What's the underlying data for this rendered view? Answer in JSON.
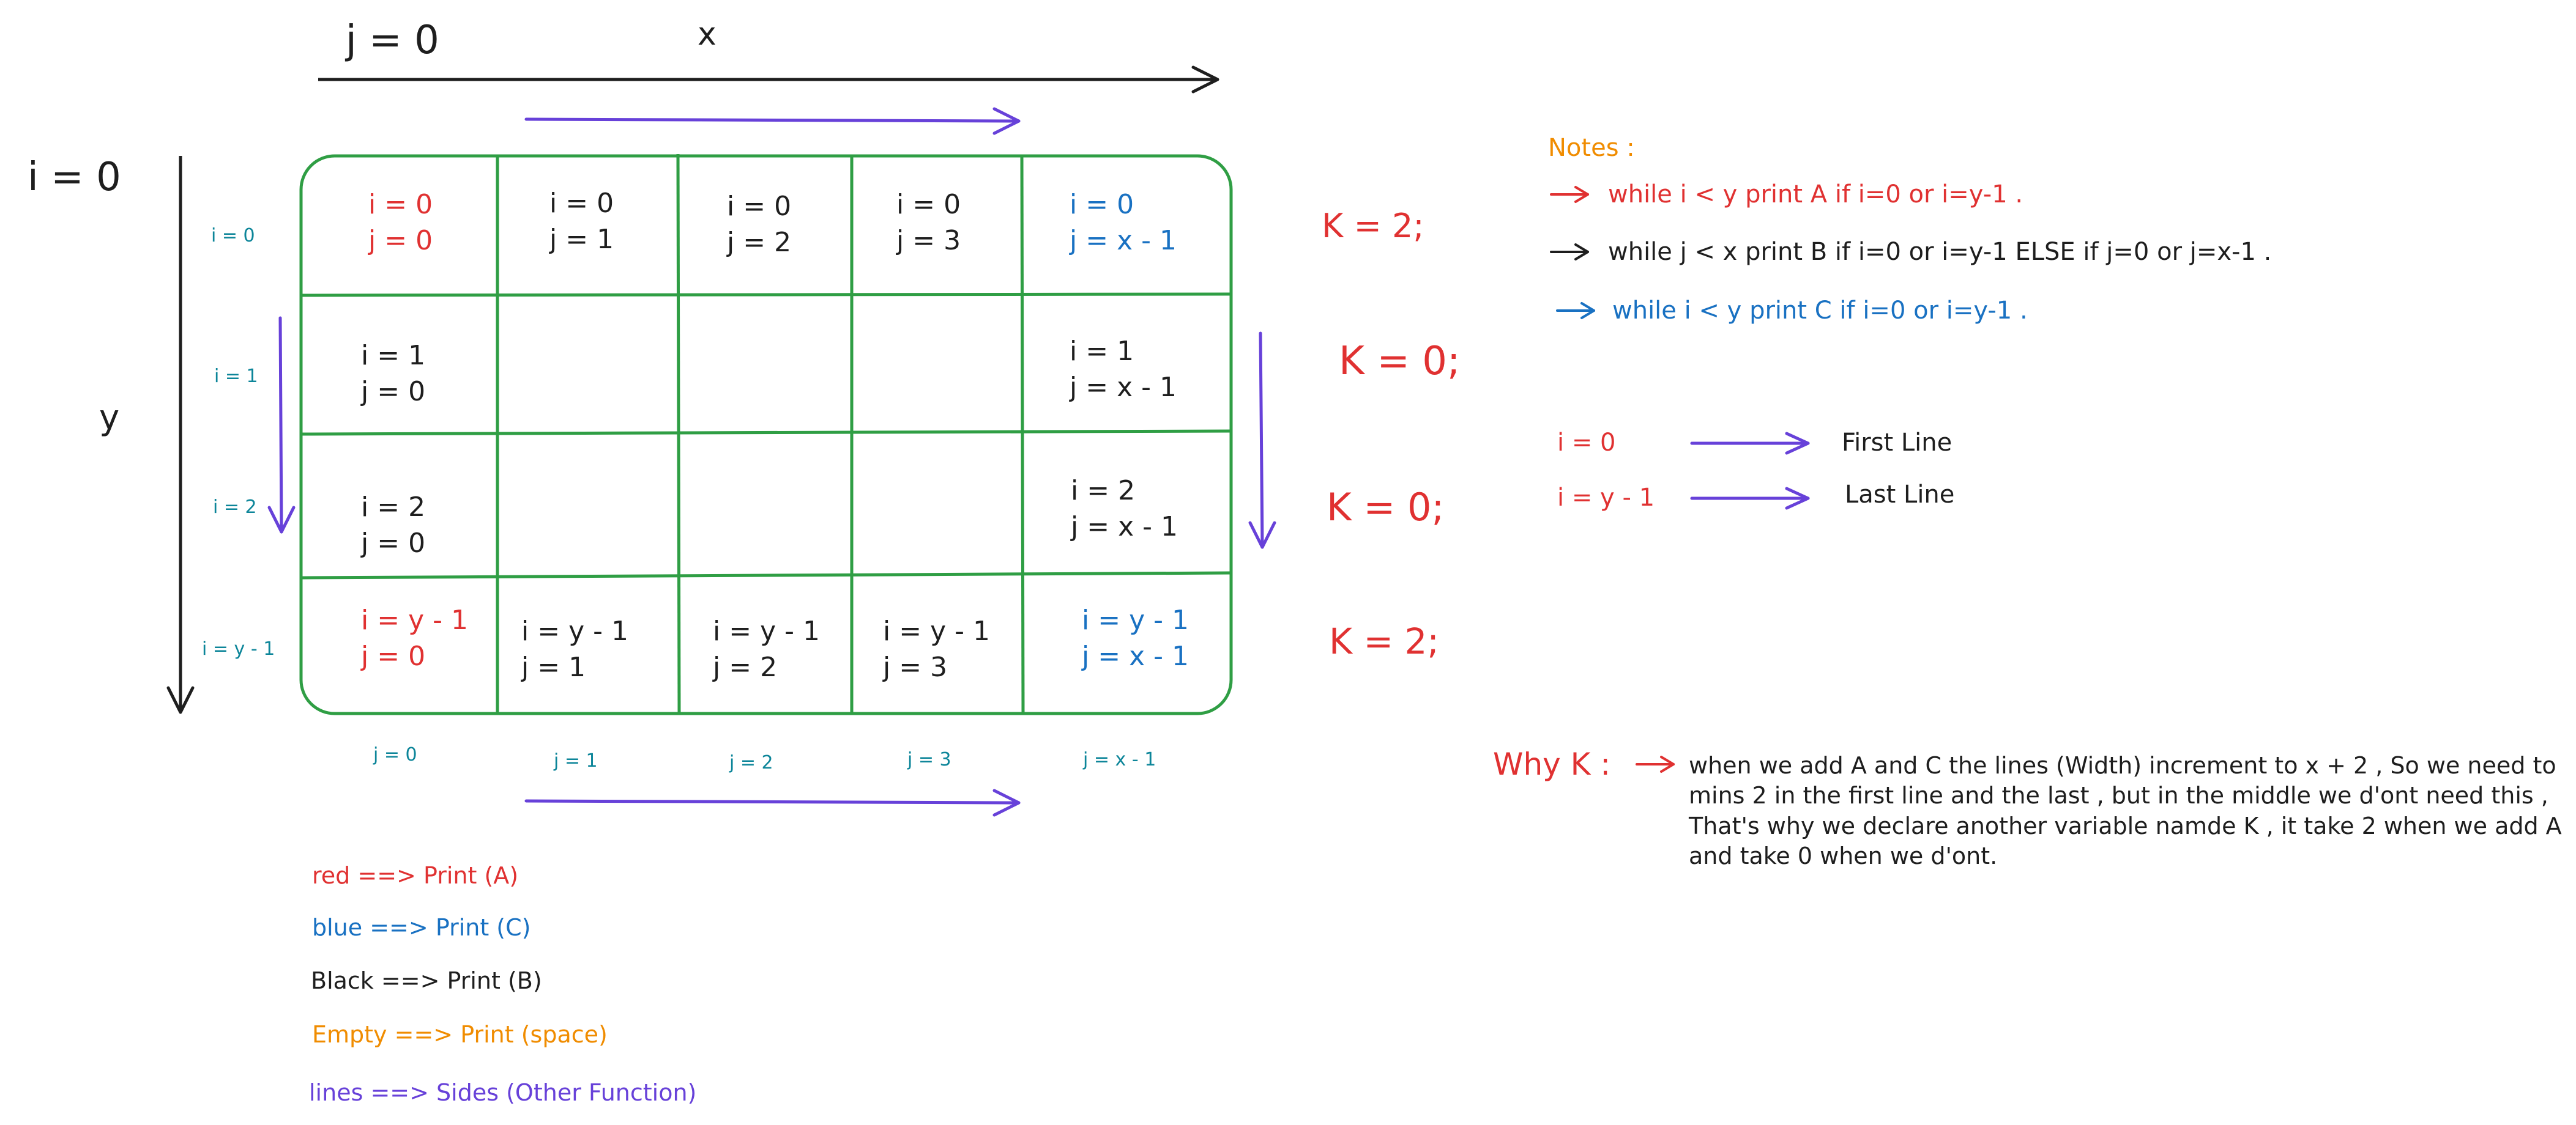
{
  "axis": {
    "j_start": "j = 0",
    "x": "x",
    "i_start": "i = 0",
    "y": "y"
  },
  "row_labels": [
    "i = 0",
    "i = 1",
    "i = 2",
    "i = y - 1"
  ],
  "col_labels": [
    "j = 0",
    "j = 1",
    "j = 2",
    "j = 3",
    "j = x - 1"
  ],
  "cells": {
    "r0c0": {
      "i": "i = 0",
      "j": "j = 0"
    },
    "r0c1": {
      "i": "i = 0",
      "j": "j = 1"
    },
    "r0c2": {
      "i": "i = 0",
      "j": "j = 2"
    },
    "r0c3": {
      "i": "i = 0",
      "j": "j = 3"
    },
    "r0c4": {
      "i": "i = 0",
      "j": "j = x - 1"
    },
    "r1c0": {
      "i": "i = 1",
      "j": "j = 0"
    },
    "r1c4": {
      "i": "i = 1",
      "j": "j = x - 1"
    },
    "r2c0": {
      "i": "i = 2",
      "j": "j = 0"
    },
    "r2c4": {
      "i": "i = 2",
      "j": "j = x - 1"
    },
    "r3c0": {
      "i": "i = y - 1",
      "j": "j = 0"
    },
    "r3c1": {
      "i": "i = y - 1",
      "j": "j = 1"
    },
    "r3c2": {
      "i": "i = y - 1",
      "j": "j = 2"
    },
    "r3c3": {
      "i": "i = y - 1",
      "j": "j = 3"
    },
    "r3c4": {
      "i": "i = y - 1",
      "j": "j = x - 1"
    }
  },
  "k_labels": [
    "K = 2;",
    "K = 0;",
    "K = 0;",
    "K = 2;"
  ],
  "notes": {
    "title": "Notes :",
    "line_a": "while i < y print A  if i=0 or i=y-1 .",
    "line_b": "while j < x print B  if i=0 or i=y-1 ELSE if j=0 or j=x-1 .",
    "line_c": "while i < y print C  if i=0 or i=y-1 ."
  },
  "lines": {
    "first_cond": "i = 0",
    "first_label": "First Line",
    "last_cond": "i = y - 1",
    "last_label": "Last Line"
  },
  "why": {
    "title": "Why K :",
    "text": "when we add A and C the lines (Width) increment to x + 2 , So we need to mins 2 in the first line and the last , but in the middle we d'ont need this , That's why we declare another variable namde K , it take 2 when we add A and take 0 when we d'ont."
  },
  "legend": {
    "red": "red ==> Print (A)",
    "blue": "blue ==> Print (C)",
    "black": "Black ==> Print (B)",
    "empty": "Empty ==> Print (space)",
    "lines": "lines ==> Sides (Other Function)"
  },
  "colors": {
    "red": "#e03131",
    "blue": "#1971c2",
    "black": "#1e1e1e",
    "orange": "#f08c00",
    "purple": "#6741d9",
    "green": "#2f9e44",
    "teal": "#0c8599"
  }
}
